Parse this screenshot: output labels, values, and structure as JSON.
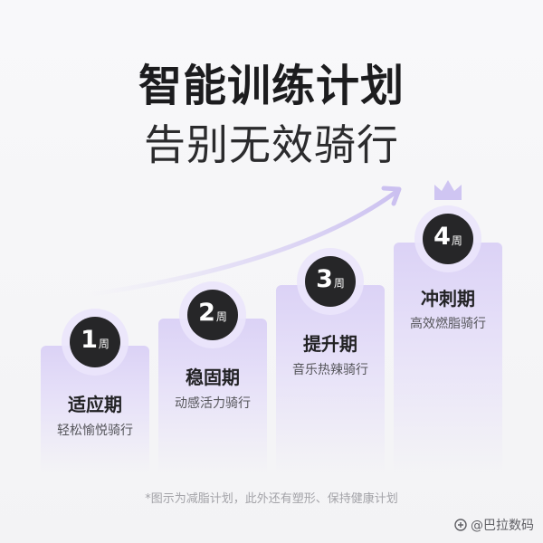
{
  "title": "智能训练计划",
  "subtitle": "告别无效骑行",
  "stages": [
    {
      "number": "1",
      "unit": "周",
      "name": "适应期",
      "desc": "轻松愉悦骑行"
    },
    {
      "number": "2",
      "unit": "周",
      "name": "稳固期",
      "desc": "动感活力骑行"
    },
    {
      "number": "3",
      "unit": "周",
      "name": "提升期",
      "desc": "音乐热辣骑行"
    },
    {
      "number": "4",
      "unit": "周",
      "name": "冲刺期",
      "desc": "高效燃脂骑行"
    }
  ],
  "footnote": "*图示为减脂计划，此外还有塑形、保持健康计划",
  "watermark": "@巴拉数码",
  "icons": {
    "top_stage": "crown-icon",
    "trend": "arrow-icon",
    "watermark": "watermark-logo-icon"
  },
  "colors": {
    "accent_lavender": "#dbd2f6",
    "badge_dark": "#262628",
    "title_text": "#1c1c1e",
    "muted_text": "#a3a3a8"
  }
}
